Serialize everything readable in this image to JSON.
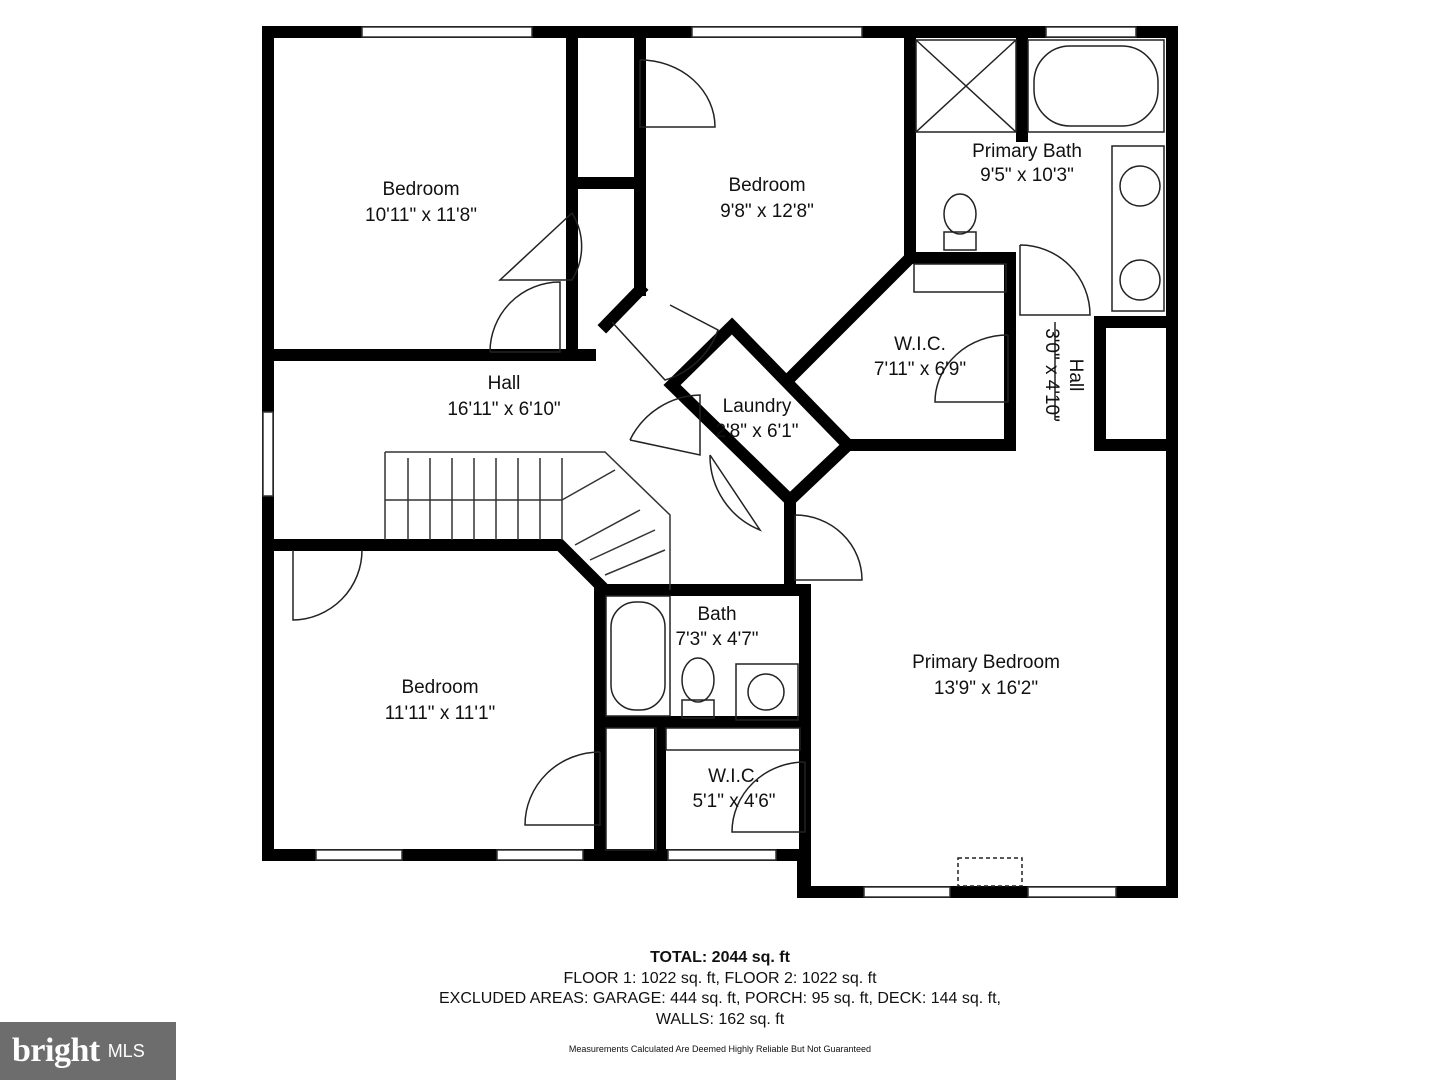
{
  "rooms": [
    {
      "id": "bedroom-1",
      "name": "Bedroom",
      "dims": "10'11\" x 11'8\""
    },
    {
      "id": "bedroom-2",
      "name": "Bedroom",
      "dims": "9'8\" x 12'8\""
    },
    {
      "id": "primary-bath",
      "name": "Primary Bath",
      "dims": "9'5\" x 10'3\""
    },
    {
      "id": "hall",
      "name": "Hall",
      "dims": "16'11\" x 6'10\""
    },
    {
      "id": "laundry",
      "name": "Laundry",
      "dims": "2'8\" x 6'1\""
    },
    {
      "id": "wic-upper",
      "name": "W.I.C.",
      "dims": "7'11\" x 6'9\""
    },
    {
      "id": "hall-small",
      "name": "Hall",
      "dims": "3'0\" x 4'10\""
    },
    {
      "id": "bath",
      "name": "Bath",
      "dims": "7'3\" x 4'7\""
    },
    {
      "id": "primary-bedroom",
      "name": "Primary Bedroom",
      "dims": "13'9\" x 16'2\""
    },
    {
      "id": "bedroom-3",
      "name": "Bedroom",
      "dims": "11'11\" x 11'1\""
    },
    {
      "id": "wic-lower",
      "name": "W.I.C.",
      "dims": "5'1\" x 4'6\""
    }
  ],
  "summary": {
    "total": "TOTAL: 2044 sq. ft",
    "floors": "FLOOR 1: 1022 sq. ft, FLOOR 2: 1022 sq. ft",
    "excluded": "EXCLUDED AREAS: GARAGE: 444 sq. ft, PORCH: 95 sq. ft, DECK: 144 sq. ft,",
    "walls": "WALLS: 162 sq. ft",
    "disclaimer": "Measurements Calculated Are Deemed Highly Reliable But Not Guaranteed"
  },
  "logo": {
    "brand": "bright",
    "suffix": "MLS"
  },
  "colors": {
    "wall": "#000000",
    "fixture": "#222222",
    "logo_bg": "#6d6d6d"
  }
}
